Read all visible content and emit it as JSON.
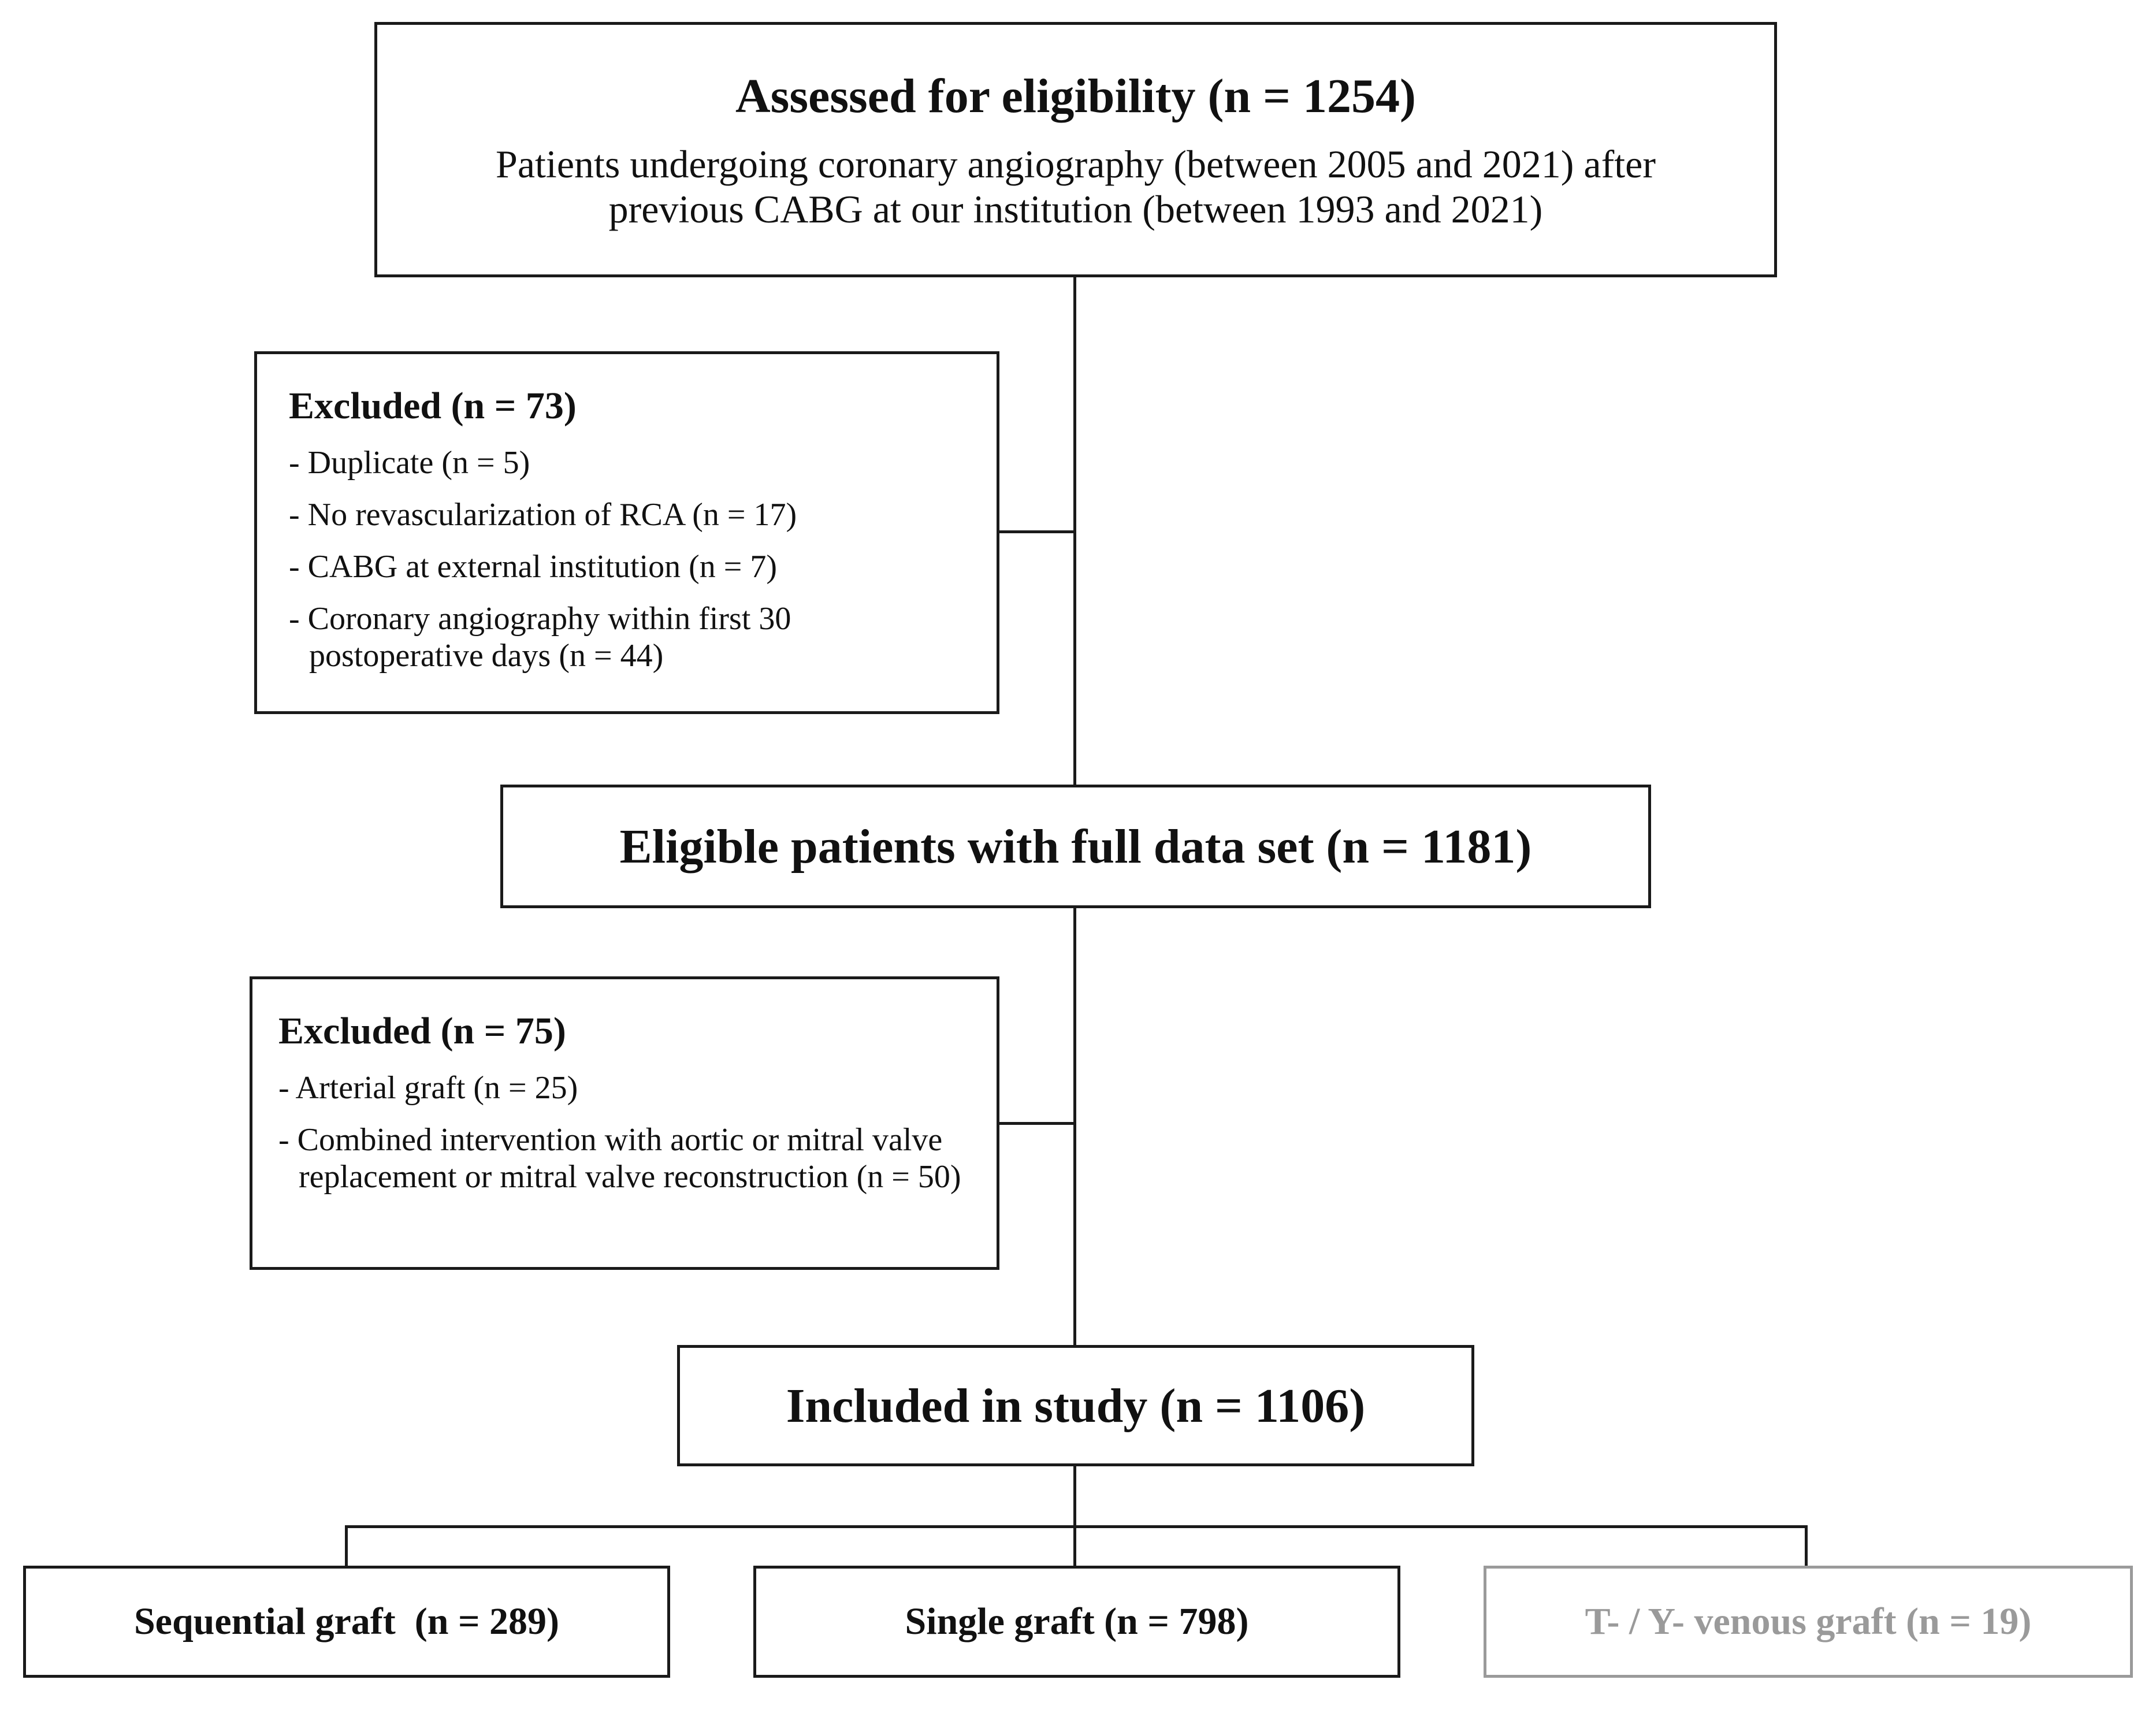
{
  "flow": {
    "assessed": {
      "title": "Assessed for eligibility (n = 1254)",
      "description_line1": "Patients undergoing coronary angiography (between 2005 and 2021) after",
      "description_line2": "previous CABG at our institution (between 1993 and 2021)"
    },
    "excluded_1": {
      "title": "Excluded (n = 73)",
      "items": [
        "- Duplicate (n = 5)",
        "- No revascularization of RCA (n = 17)",
        "- CABG at external institution (n = 7)",
        "- Coronary angiography within first 30 postoperative days (n = 44)"
      ]
    },
    "eligible": {
      "label": "Eligible patients with full data set (n = 1181)"
    },
    "excluded_2": {
      "title": "Excluded (n = 75)",
      "items": [
        "- Arterial graft (n = 25)",
        "- Combined intervention with aortic or mitral valve replacement or mitral valve reconstruction (n = 50)"
      ]
    },
    "included": {
      "label": "Included in study (n = 1106)"
    },
    "arms": {
      "sequential": "Sequential graft  (n = 289)",
      "single": "Single graft (n = 798)",
      "ty_venous": "T- / Y- venous graft (n = 19)"
    }
  },
  "colors": {
    "line": "#1a1a1a",
    "muted_box": "#9a9a9a"
  }
}
